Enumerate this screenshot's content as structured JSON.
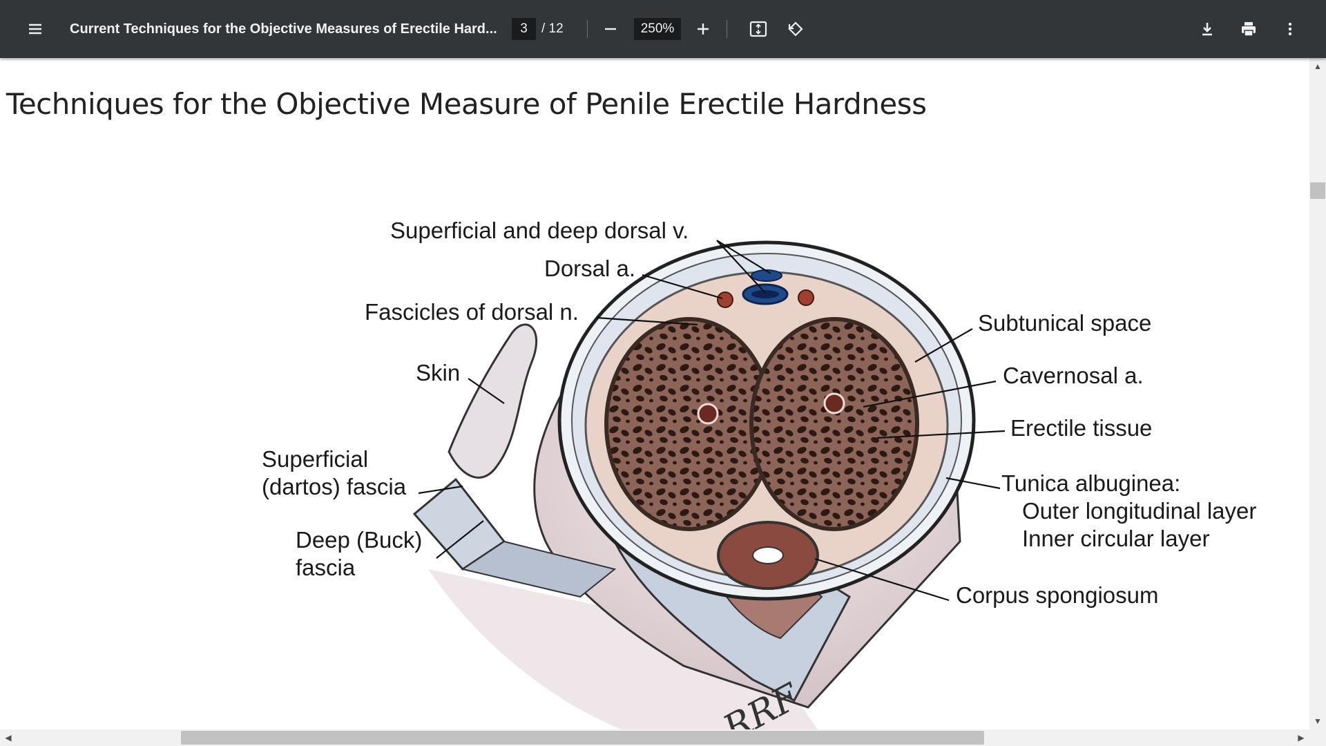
{
  "toolbar": {
    "icons": {
      "menu": "hamburger-menu-icon",
      "zoom_out": "minus-icon",
      "zoom_in": "plus-icon",
      "fit": "fit-to-page-icon",
      "rotate": "rotate-counterclockwise-icon",
      "download": "download-icon",
      "print": "print-icon",
      "more": "more-vertical-icon"
    },
    "title": "Current Techniques for the Objective Measures of Erectile Hard...",
    "page_current": "3",
    "page_total": "/ 12",
    "zoom": "250%"
  },
  "document": {
    "heading": "t Techniques for the Objective Measure of Penile Erectile Hardness",
    "figure": {
      "labels": {
        "superficial_deep_dorsal_v": "Superficial and deep dorsal v.",
        "dorsal_a": "Dorsal a.",
        "fascicles_dorsal_n": "Fascicles of dorsal n.",
        "skin": "Skin",
        "superficial_fascia_1": "Superficial",
        "superficial_fascia_2": "(dartos) fascia",
        "deep_fascia_1": "Deep (Buck)",
        "deep_fascia_2": "fascia",
        "subtunical_space": "Subtunical space",
        "cavernosal_a": "Cavernosal a.",
        "erectile_tissue": "Erectile tissue",
        "tunica_1": "Tunica albuginea:",
        "tunica_2": "Outer longitudinal layer",
        "tunica_3": "Inner circular layer",
        "corpus_spongiosum": "Corpus spongiosum"
      },
      "signature": "RRF"
    }
  },
  "colors": {
    "toolbar_bg": "#323639",
    "toolbar_text": "#f1f1f1",
    "input_bg": "#191b1c",
    "tissue": "#8a5a50",
    "tissue_dark": "#2b1a14",
    "vein_blue": "#2c5aa0"
  }
}
